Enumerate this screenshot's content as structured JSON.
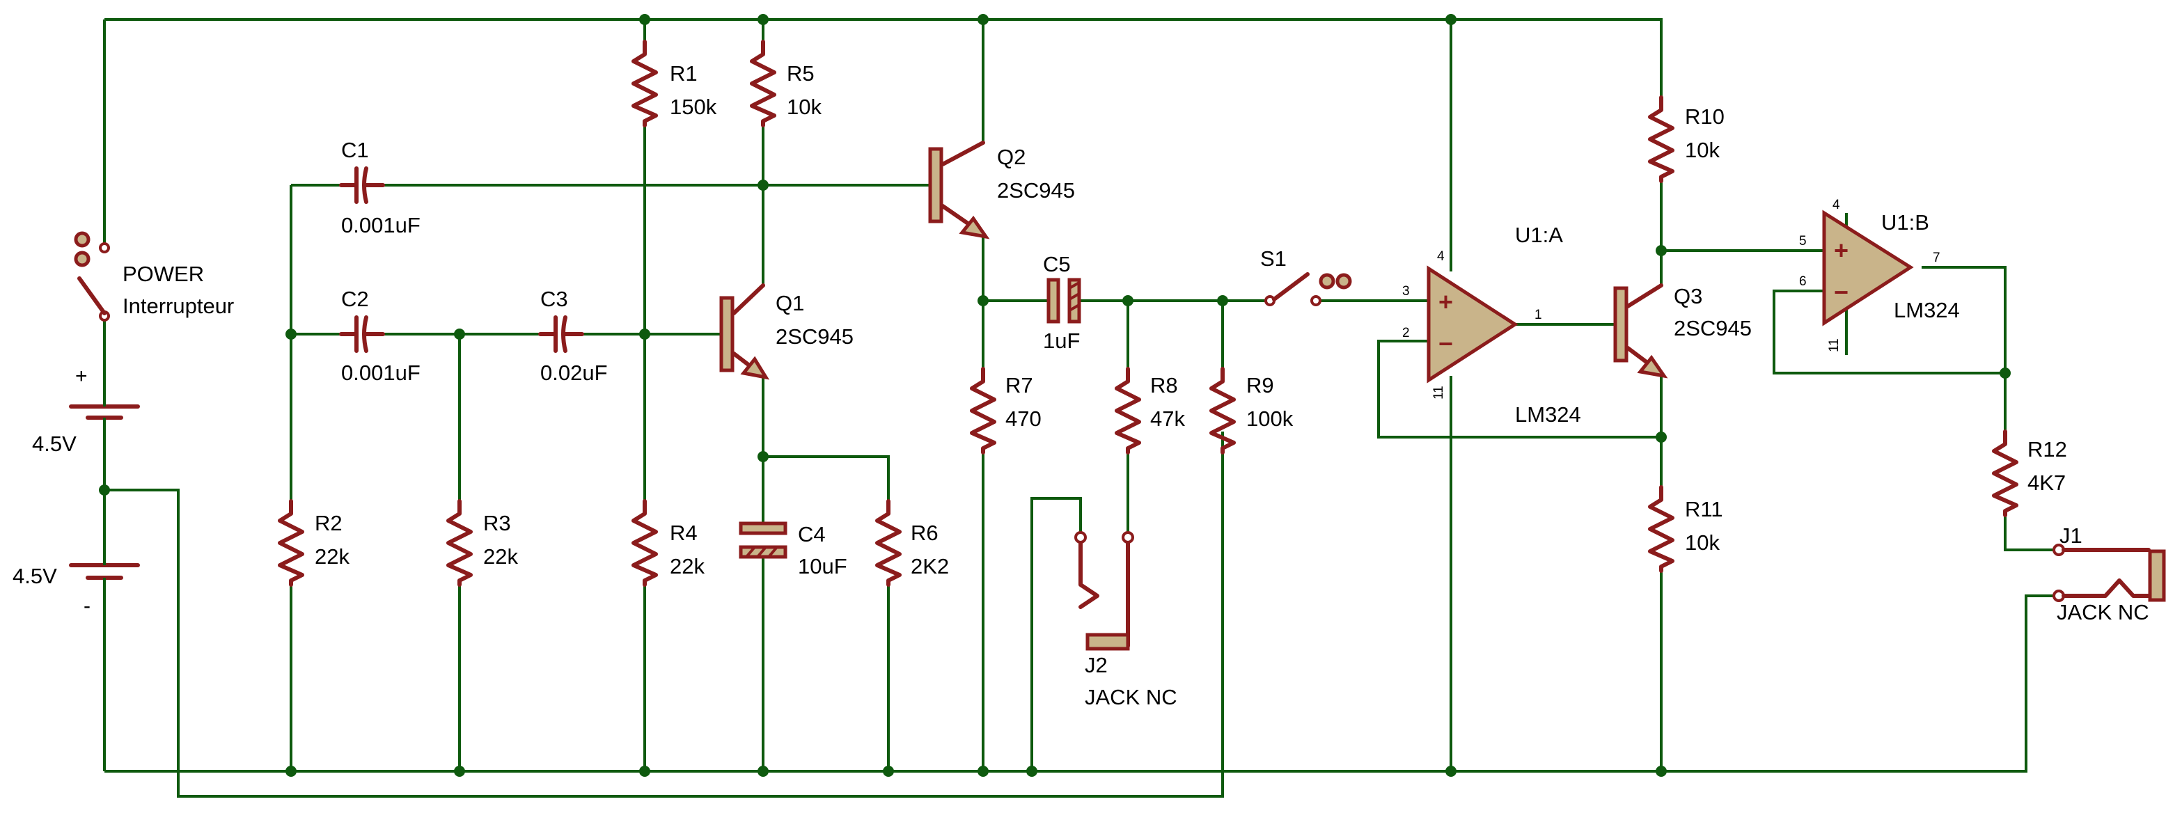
{
  "components": {
    "R1": {
      "ref": "R1",
      "value": "150k"
    },
    "R5": {
      "ref": "R5",
      "value": "10k"
    },
    "R2": {
      "ref": "R2",
      "value": "22k"
    },
    "R3": {
      "ref": "R3",
      "value": "22k"
    },
    "R4": {
      "ref": "R4",
      "value": "22k"
    },
    "R6": {
      "ref": "R6",
      "value": "2K2"
    },
    "R7": {
      "ref": "R7",
      "value": "470"
    },
    "R8": {
      "ref": "R8",
      "value": "47k"
    },
    "R9": {
      "ref": "R9",
      "value": "100k"
    },
    "R10": {
      "ref": "R10",
      "value": "10k"
    },
    "R11": {
      "ref": "R11",
      "value": "10k"
    },
    "R12": {
      "ref": "R12",
      "value": "4K7"
    },
    "C1": {
      "ref": "C1",
      "value": "0.001uF"
    },
    "C2": {
      "ref": "C2",
      "value": "0.001uF"
    },
    "C3": {
      "ref": "C3",
      "value": "0.02uF"
    },
    "C4": {
      "ref": "C4",
      "value": "10uF"
    },
    "C5": {
      "ref": "C5",
      "value": "1uF"
    },
    "Q1": {
      "ref": "Q1",
      "value": "2SC945"
    },
    "Q2": {
      "ref": "Q2",
      "value": "2SC945"
    },
    "Q3": {
      "ref": "Q3",
      "value": "2SC945"
    },
    "U1A": {
      "ref": "U1:A",
      "value": "LM324",
      "pins": {
        "in_p": "3",
        "in_n": "2",
        "out": "1",
        "vcc": "4",
        "gnd": "11"
      }
    },
    "U1B": {
      "ref": "U1:B",
      "value": "LM324",
      "pins": {
        "in_p": "5",
        "in_n": "6",
        "out": "7",
        "vcc": "4",
        "gnd": "11"
      }
    },
    "S1": {
      "ref": "S1"
    },
    "POWER": {
      "ref": "POWER",
      "value": "Interrupteur"
    },
    "J1": {
      "ref": "J1",
      "value": "JACK NC"
    },
    "J2": {
      "ref": "J2",
      "value": "JACK NC"
    },
    "BAT1": {
      "value": "4.5V",
      "plus": "+"
    },
    "BAT2": {
      "value": "4.5V",
      "minus": "-"
    }
  },
  "symbols": {
    "plus": "+",
    "minus": "−"
  }
}
